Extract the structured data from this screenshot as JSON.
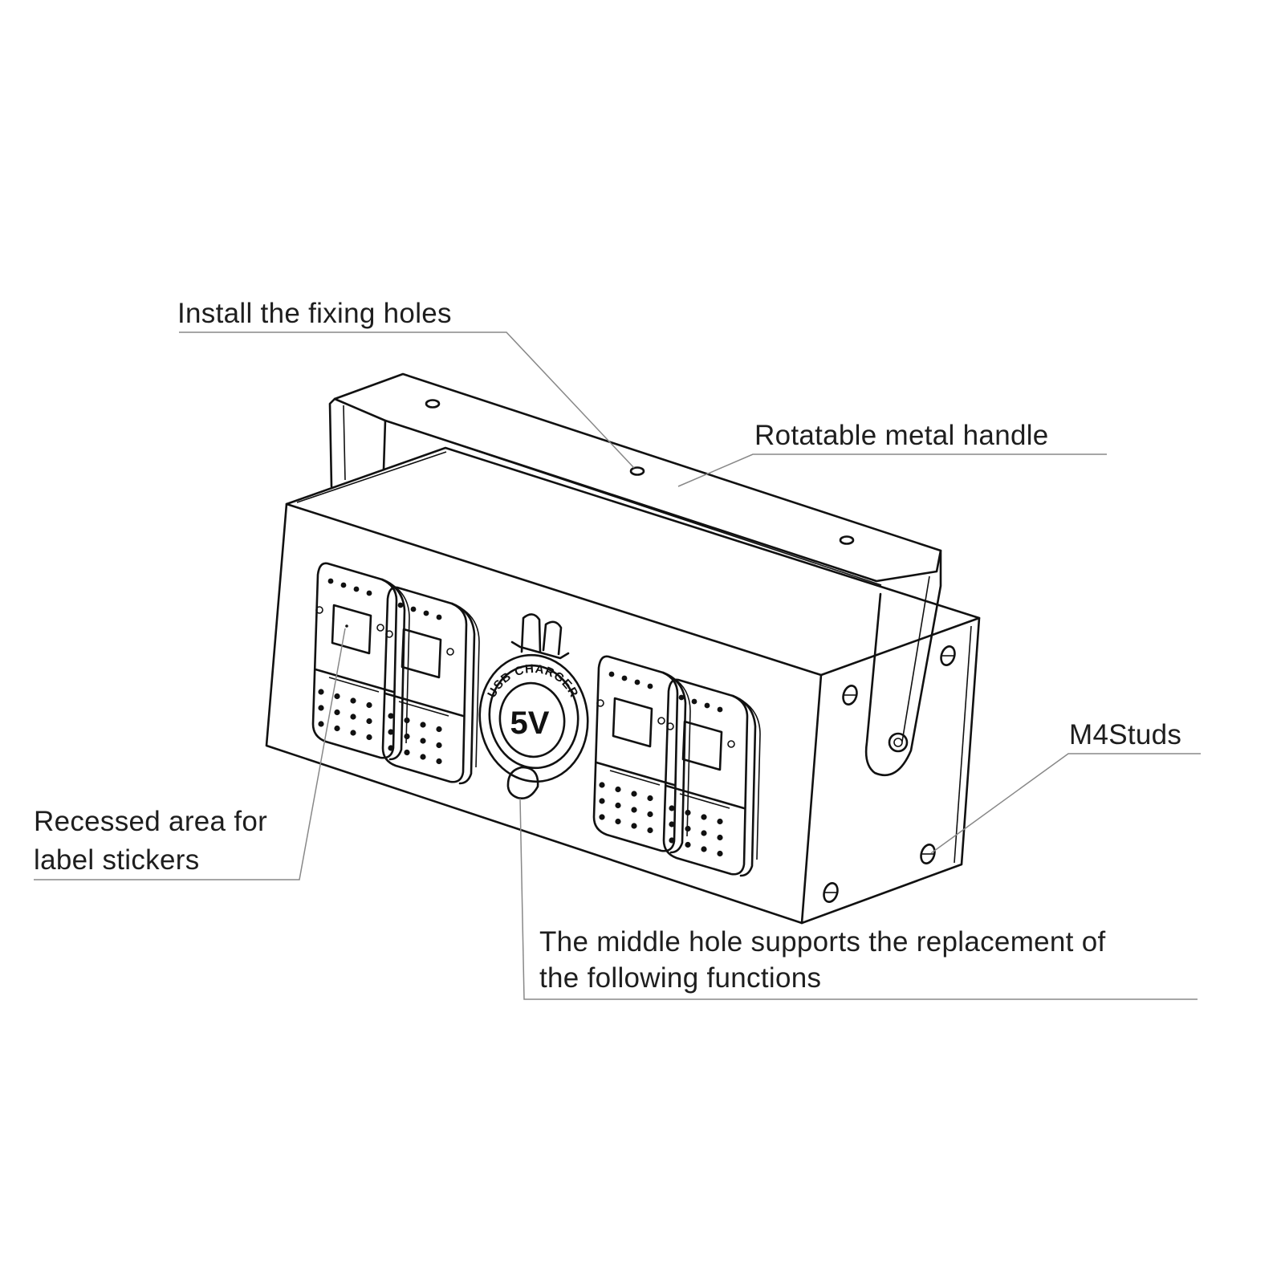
{
  "labels": {
    "fixing_holes": "Install the fixing holes",
    "handle": "Rotatable metal handle",
    "studs": "M4Studs",
    "recessed_line1": "Recessed area for",
    "recessed_line2": "label stickers",
    "middle_line1": "The middle hole supports the replacement of",
    "middle_line2": "the following functions"
  },
  "charger": {
    "ring_text": "USB CHARGER",
    "voltage": "5V"
  },
  "colors": {
    "line": "#111111",
    "leader": "#888888",
    "text": "#1e1e1e",
    "background": "#ffffff"
  }
}
